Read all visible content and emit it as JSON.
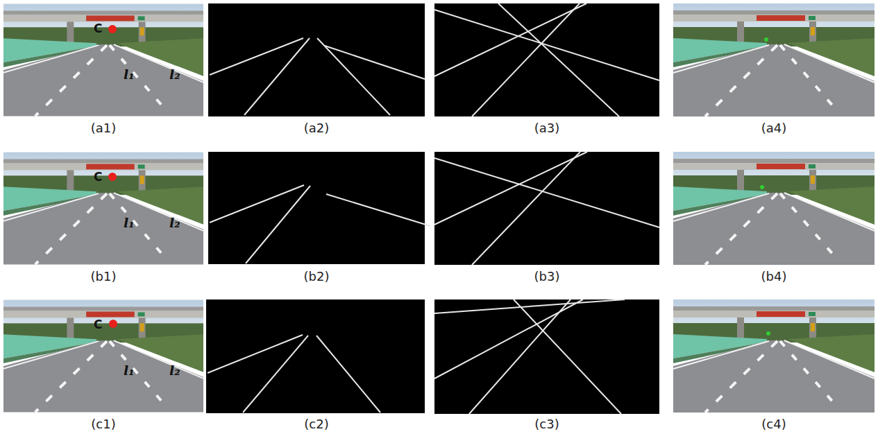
{
  "diagram": {
    "labels": [
      "C",
      "l₁",
      "l₂",
      "(a1)",
      "(a2)",
      "(a3)",
      "(a4)",
      "C",
      "l₁",
      "l₂",
      "(b1)",
      "(b2)",
      "(b3)",
      "(b4)",
      "C",
      "l₁",
      "l₂",
      "(c1)",
      "(c2)",
      "(c3)",
      "(c4)"
    ]
  }
}
